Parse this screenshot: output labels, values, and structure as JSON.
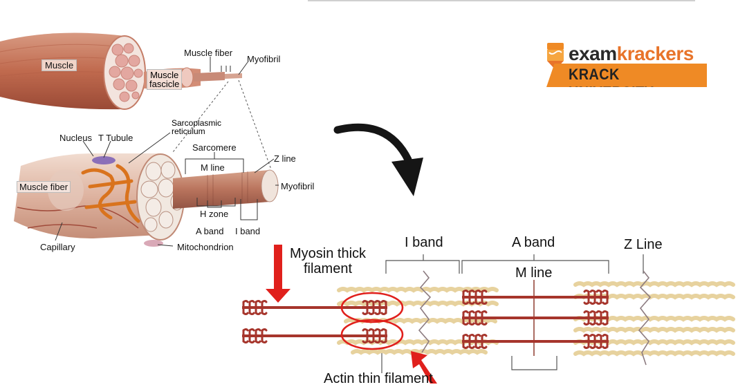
{
  "labels": {
    "muscle": "Muscle",
    "muscle_fiber_top": "Muscle fiber",
    "myofibril_top": "Myofibril",
    "muscle_fascicle_1": "Muscle",
    "muscle_fascicle_2": "fascicle",
    "sarcoplasmic_1": "Sarcoplasmic",
    "sarcoplasmic_2": "reticulum",
    "nucleus": "Nucleus",
    "t_tubule": "T Tubule",
    "sarcomere": "Sarcomere",
    "m_line_small": "M line",
    "z_line_small": "Z line",
    "muscle_fiber_left": "Muscle fiber",
    "myofibril_right": "Myofibril",
    "h_zone": "H zone",
    "a_band_small": "A band",
    "i_band_small": "I band",
    "capillary": "Capillary",
    "mitochondrion": "Mitochondrion",
    "myosin_1": "Myosin thick",
    "myosin_2": "filament",
    "i_band_big": "I band",
    "a_band_big": "A band",
    "z_line_big": "Z Line",
    "m_line_big": "M line",
    "actin": "Actin thin filament"
  },
  "logo": {
    "part1": "exam",
    "part2": "krackers",
    "subtitle": "KRACK UNIVERSITY"
  },
  "colors": {
    "muscle": "#c9735a",
    "myosin": "#a6352c",
    "actin": "#e8d6a4",
    "orange": "#ef8a25",
    "arrow_red": "#e0201c"
  }
}
